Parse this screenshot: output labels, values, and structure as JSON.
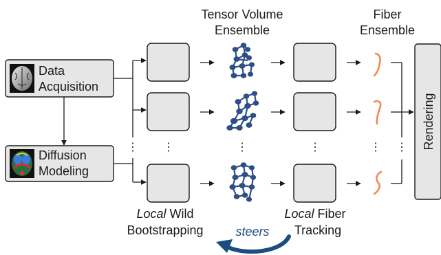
{
  "headers": {
    "tensor": [
      "Tensor Volume",
      "Ensemble"
    ],
    "fiber": [
      "Fiber",
      "Ensemble"
    ]
  },
  "inputs": {
    "data_acquisition": [
      "Data",
      "Acquisition"
    ],
    "diffusion_modeling": [
      "Diffusion",
      "Modeling"
    ]
  },
  "rendering": "Rendering",
  "captions": {
    "bootstrapping": {
      "emph": "Local",
      "rest": " Wild",
      "line2": "Bootstrapping"
    },
    "fiber_tracking": {
      "emph": "Local",
      "rest": " Fiber",
      "line2": "Tracking"
    },
    "steers": "steers"
  },
  "ellipsis": "⋮",
  "colors": {
    "tensor_glyph": "#2d4f86",
    "fiber_curve": "#ef8a55",
    "steers_arrow": "#1d4d80",
    "box_fill": "#e6e6e6"
  }
}
